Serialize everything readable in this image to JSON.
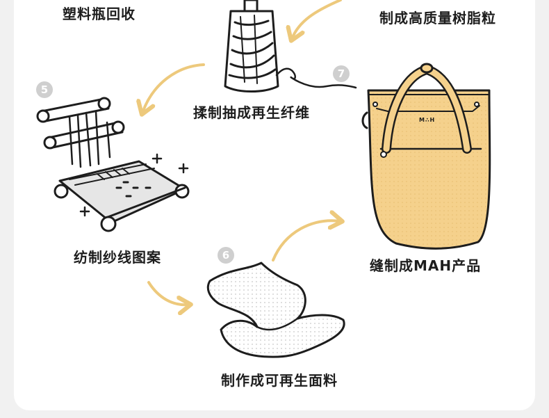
{
  "steps": [
    {
      "label": "塑料瓶回收"
    },
    {
      "label": "制成高质量树脂粒"
    },
    {
      "label": "揉制抽成再生纤维"
    },
    {
      "label": "纺制纱线图案",
      "badge": "5"
    },
    {
      "label": "制作成可再生面料",
      "badge": "6"
    },
    {
      "label": "缝制成MAH产品",
      "badge": "7"
    }
  ],
  "bag_logo": "M∴H",
  "icons": {
    "arrow": "curved-arrow-icon",
    "spool": "yarn-spool-icon",
    "loom": "loom-icon",
    "fabric": "fabric-icon",
    "bag": "tote-bag-icon"
  },
  "colors": {
    "arrow": "#edc97c",
    "bag": "#f5d18c",
    "outline": "#1d1d1d",
    "fabric": "#e8e8e8",
    "badge": "#cfcfcf"
  }
}
